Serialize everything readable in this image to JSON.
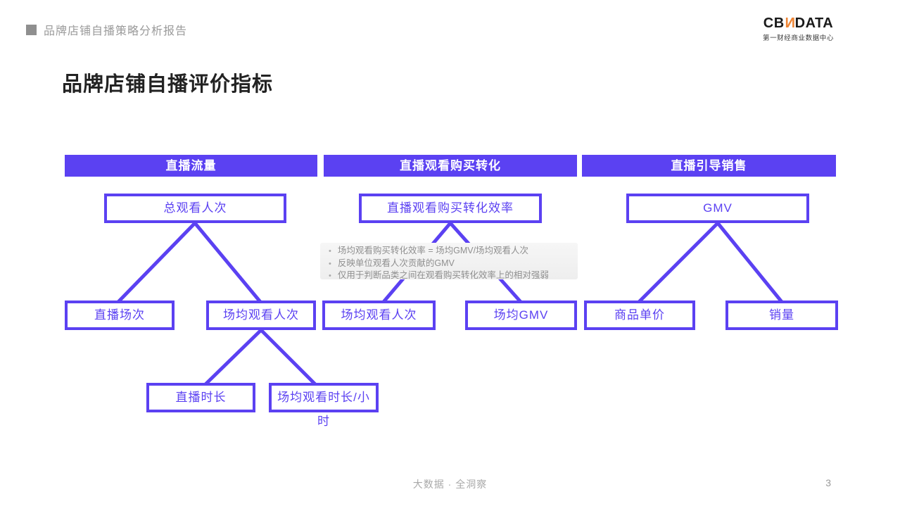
{
  "colors": {
    "accent": "#5b41f2",
    "logo_orange": "#ee8636",
    "header_text": "#ffffff"
  },
  "top_bar": {
    "report_title": "品牌店铺自播策略分析报告"
  },
  "logo": {
    "cb": "CB",
    "n": "N",
    "data": "DATA",
    "subtitle": "第一财经商业数据中心"
  },
  "slide": {
    "title": "品牌店铺自播评价指标"
  },
  "diagram": {
    "headers": [
      "直播流量",
      "直播观看购买转化",
      "直播引导销售"
    ],
    "nodes": {
      "total_views": "总观看人次",
      "watch_purchase_conversion_efficiency": "直播观看购买转化效率",
      "gmv": "GMV",
      "live_sessions": "直播场次",
      "avg_views_traffic": "场均观看人次",
      "avg_views_conversion": "场均观看人次",
      "avg_gmv": "场均GMV",
      "product_unit_price": "商品单价",
      "sales_volume": "销量",
      "live_duration": "直播时长",
      "avg_watch_duration_per_hour": "场均观看时长/小时"
    },
    "note_bullets": [
      "场均观看购买转化效率 = 场均GMV/场均观看人次",
      "反映单位观看人次贡献的GMV",
      "仅用于判断品类之间在观看购买转化效率上的相对强弱"
    ]
  },
  "footer": {
    "slogan": "大数据 · 全洞察",
    "page_number": "3"
  }
}
